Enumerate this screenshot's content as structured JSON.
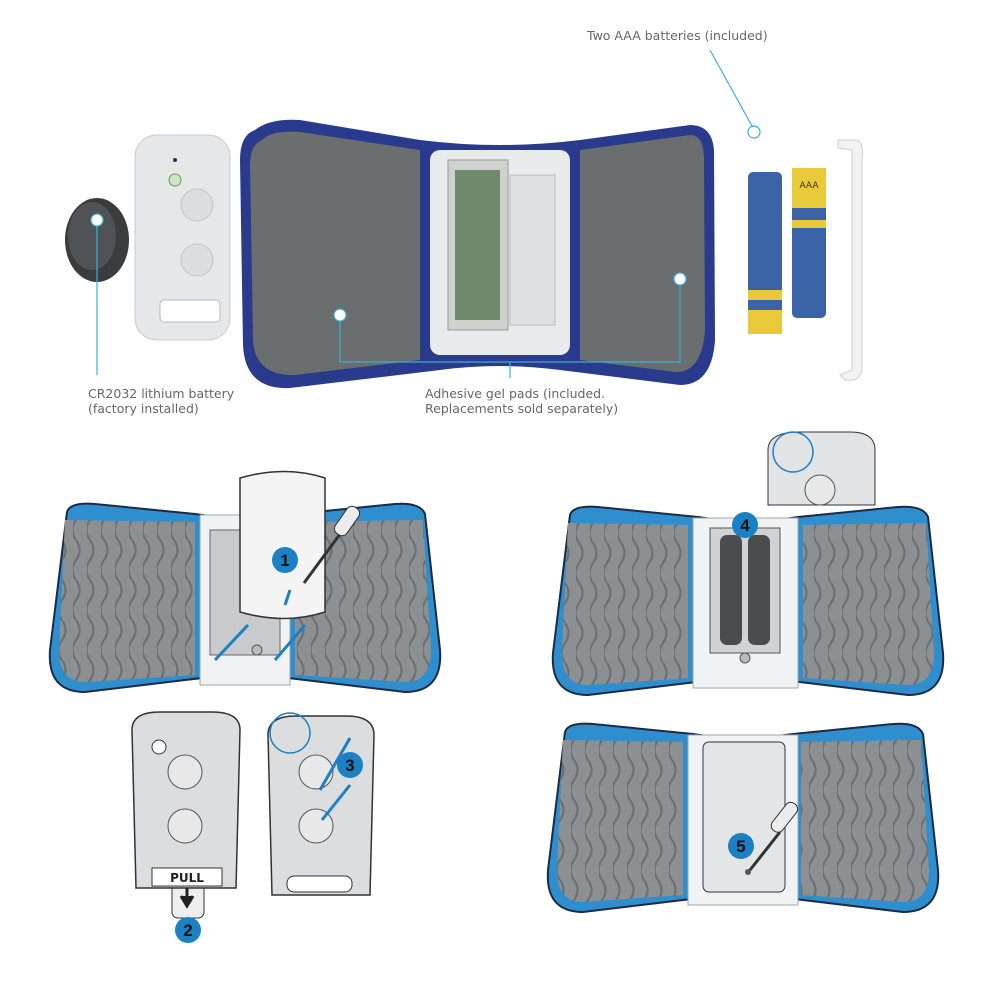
{
  "labels": {
    "aaa_batteries": "Two AAA batteries (included)",
    "coin_battery_line1": "CR2032 lithium battery",
    "coin_battery_line2": "(factory installed)",
    "gel_pads_line1": "Adhesive gel pads (included.",
    "gel_pads_line2": "Replacements sold separately)"
  },
  "steps": [
    "1",
    "2",
    "3",
    "4",
    "5"
  ],
  "fob_pull_label": "PULL",
  "battery_print": "AAA",
  "colors": {
    "leader_line": "#3ab0d6",
    "step_badge": "#1b80c4",
    "device_navy": "#2a3a8c",
    "pad_gray": "#6b6e6f",
    "diagram_blue": "#2f8fce",
    "diagram_pad": "#8a8d90"
  }
}
